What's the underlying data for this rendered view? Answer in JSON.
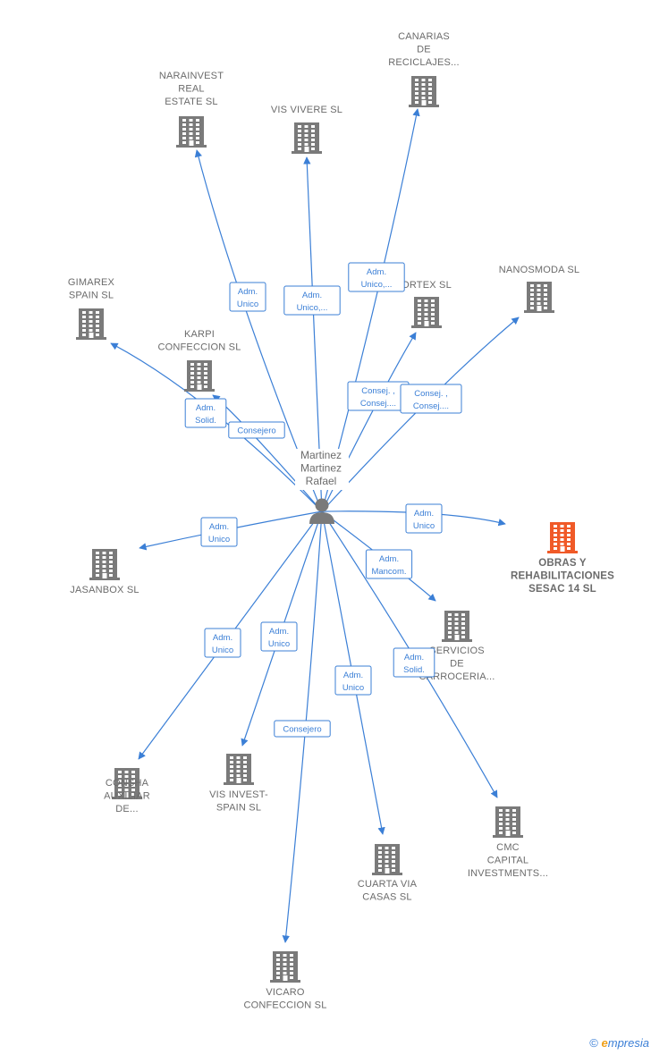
{
  "center": {
    "name_lines": [
      "Martinez",
      "Martinez",
      "Rafael"
    ],
    "icon": "person-icon"
  },
  "colors": {
    "edge": "#3b7fd6",
    "building": "#7a7a7a",
    "focus_building": "#f05a28",
    "label": "#6b6b6b"
  },
  "nodes": [
    {
      "id": "narainvest",
      "lines": [
        "NARAINVEST",
        "REAL",
        "ESTATE  SL"
      ],
      "focus": false
    },
    {
      "id": "vis-vivere",
      "lines": [
        "VIS VIVERE SL"
      ],
      "focus": false
    },
    {
      "id": "canarias",
      "lines": [
        "CANARIAS",
        "DE",
        "RECICLAJES..."
      ],
      "focus": false
    },
    {
      "id": "gimarex",
      "lines": [
        "GIMAREX",
        "SPAIN SL"
      ],
      "focus": false
    },
    {
      "id": "karpi",
      "lines": [
        "KARPI",
        "CONFECCION SL"
      ],
      "focus": false
    },
    {
      "id": "ortex",
      "lines": [
        "ORTEX SL"
      ],
      "focus": false
    },
    {
      "id": "nanosmoda",
      "lines": [
        "NANOSMODA SL"
      ],
      "focus": false
    },
    {
      "id": "obras",
      "lines": [
        "OBRAS Y",
        "REHABILITACIONES",
        "SESAC 14  SL"
      ],
      "focus": true
    },
    {
      "id": "jasanbox",
      "lines": [
        "JASANBOX  SL"
      ],
      "focus": false
    },
    {
      "id": "servicios",
      "lines": [
        "SERVICIOS",
        "DE",
        "CARROCERIA..."
      ],
      "focus": false
    },
    {
      "id": "consha",
      "lines": [
        "CONSHA",
        "AUXILIAR",
        "DE..."
      ],
      "focus": false
    },
    {
      "id": "vis-invest",
      "lines": [
        "VIS INVEST-",
        "SPAIN  SL"
      ],
      "focus": false
    },
    {
      "id": "cuarta-via",
      "lines": [
        "CUARTA VIA",
        "CASAS SL"
      ],
      "focus": false
    },
    {
      "id": "cmc",
      "lines": [
        "CMC",
        "CAPITAL",
        "INVESTMENTS..."
      ],
      "focus": false
    },
    {
      "id": "vicaro",
      "lines": [
        "VICARO",
        "CONFECCION SL"
      ],
      "focus": false
    }
  ],
  "edges": [
    {
      "to": "narainvest",
      "label": [
        "Adm.",
        "Unico"
      ]
    },
    {
      "to": "vis-vivere",
      "label": [
        "Adm.",
        "Unico,..."
      ]
    },
    {
      "to": "canarias",
      "label": [
        "Adm.",
        "Unico,..."
      ]
    },
    {
      "to": "gimarex",
      "label": [
        "Adm.",
        "Solid."
      ]
    },
    {
      "to": "karpi",
      "label": [
        "Consejero"
      ]
    },
    {
      "to": "ortex",
      "label": [
        "Consej. ,",
        "Consej...."
      ]
    },
    {
      "to": "nanosmoda",
      "label": [
        "Consej. ,",
        "Consej...."
      ]
    },
    {
      "to": "obras",
      "label": [
        "Adm.",
        "Unico"
      ]
    },
    {
      "to": "jasanbox",
      "label": [
        "Adm.",
        "Unico"
      ]
    },
    {
      "to": "servicios",
      "label": [
        "Adm.",
        "Mancom."
      ]
    },
    {
      "to": "consha",
      "label": [
        "Adm.",
        "Unico"
      ]
    },
    {
      "to": "vis-invest",
      "label": [
        "Adm.",
        "Unico"
      ]
    },
    {
      "to": "vicaro",
      "label": [
        "Consejero"
      ]
    },
    {
      "to": "cuarta-via",
      "label": [
        "Adm.",
        "Unico"
      ]
    },
    {
      "to": "cmc",
      "label": [
        "Adm.",
        "Solid."
      ]
    }
  ],
  "footer": {
    "copyright": "©",
    "brand_e": "e",
    "brand_rest": "mpresia"
  }
}
